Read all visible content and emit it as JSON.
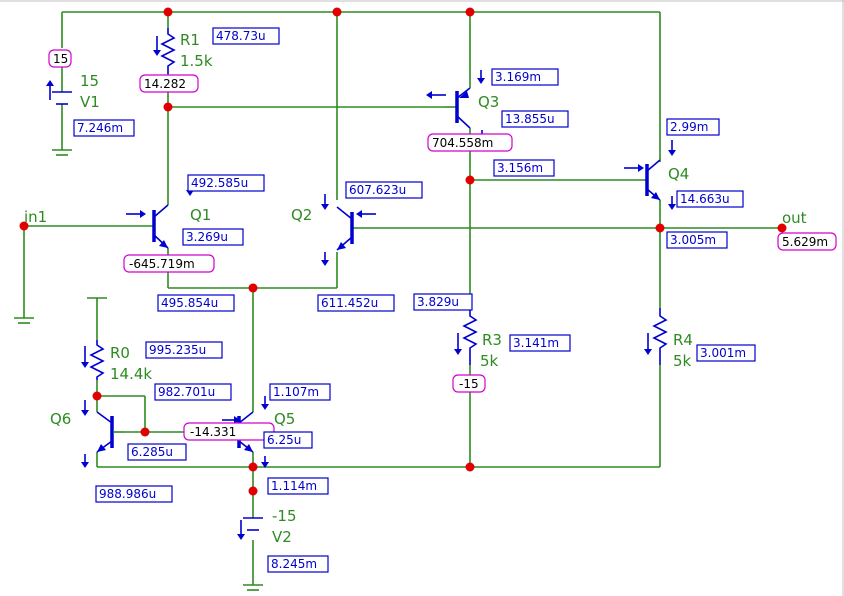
{
  "components": {
    "r1": {
      "name": "R1",
      "value": "1.5k"
    },
    "r0": {
      "name": "R0",
      "value": "14.4k"
    },
    "r3": {
      "name": "R3",
      "value": "5k"
    },
    "r4": {
      "name": "R4",
      "value": "5k"
    },
    "v1": {
      "name": "V1",
      "value": "15"
    },
    "v2": {
      "name": "V2",
      "value": "-15"
    },
    "q1": {
      "name": "Q1"
    },
    "q2": {
      "name": "Q2"
    },
    "q3": {
      "name": "Q3"
    },
    "q4": {
      "name": "Q4"
    },
    "q5": {
      "name": "Q5"
    },
    "q6": {
      "name": "Q6"
    }
  },
  "nets": {
    "input": "in1",
    "output": "out"
  },
  "voltages": {
    "vcc": "15",
    "r1_bottom": "14.282",
    "q3_base": "704.558m",
    "q1_emitter": "-645.719m",
    "q5_base": "-14.331",
    "vee": "-15",
    "out": "5.629m"
  },
  "currents": {
    "r1": "478.73u",
    "v1": "7.246m",
    "q3_emitter": "3.169m",
    "q3_base": "13.855u",
    "q3_collector": "3.156m",
    "q4_emitter": "2.99m",
    "q4_base": "14.663u",
    "q4_collector": "3.005m",
    "q1_collector": "492.585u",
    "q1_base": "3.269u",
    "q1_emitter": "495.854u",
    "q2_collector": "607.623u",
    "q2_emitter": "611.452u",
    "r3_top": "3.829u",
    "r3": "3.141m",
    "r4": "3.001m",
    "r0": "995.235u",
    "q6_collector": "982.701u",
    "q6_base": "6.285u",
    "q6_emitter": "988.986u",
    "q5_collector": "1.107m",
    "q5_base": "6.25u",
    "q5_emitter": "1.114m",
    "v2": "8.245m"
  }
}
